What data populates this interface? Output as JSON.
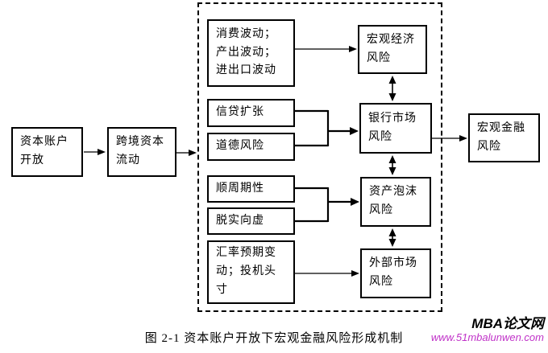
{
  "figure": {
    "caption": "图 2-1  资本账户开放下宏观金融风险形成机制",
    "nodes": {
      "capital_account": "资本账户\n开放",
      "cross_border_flow": "跨境资本\n流动",
      "consumption_fluctuation": "消费波动；\n产出波动；\n进出口波动",
      "credit_expansion": "信贷扩张",
      "moral_hazard": "道德风险",
      "procyclicality": "顺周期性",
      "real_to_virtual": "脱实向虚",
      "fx_expectation": "汇率预期变动；投机头寸",
      "macro_economic_risk": "宏观经济\n风险",
      "bank_market_risk": "银行市场\n风险",
      "asset_bubble_risk": "资产泡沫\n风险",
      "external_market_risk": "外部市场\n风险",
      "macro_financial_risk": "宏观金融\n风险"
    }
  },
  "watermark": {
    "site": "MBA论文网",
    "url": "www.51mbalunwen.com",
    "url_color": "#c032c8"
  },
  "colors": {
    "line": "#000000",
    "background": "#ffffff"
  }
}
